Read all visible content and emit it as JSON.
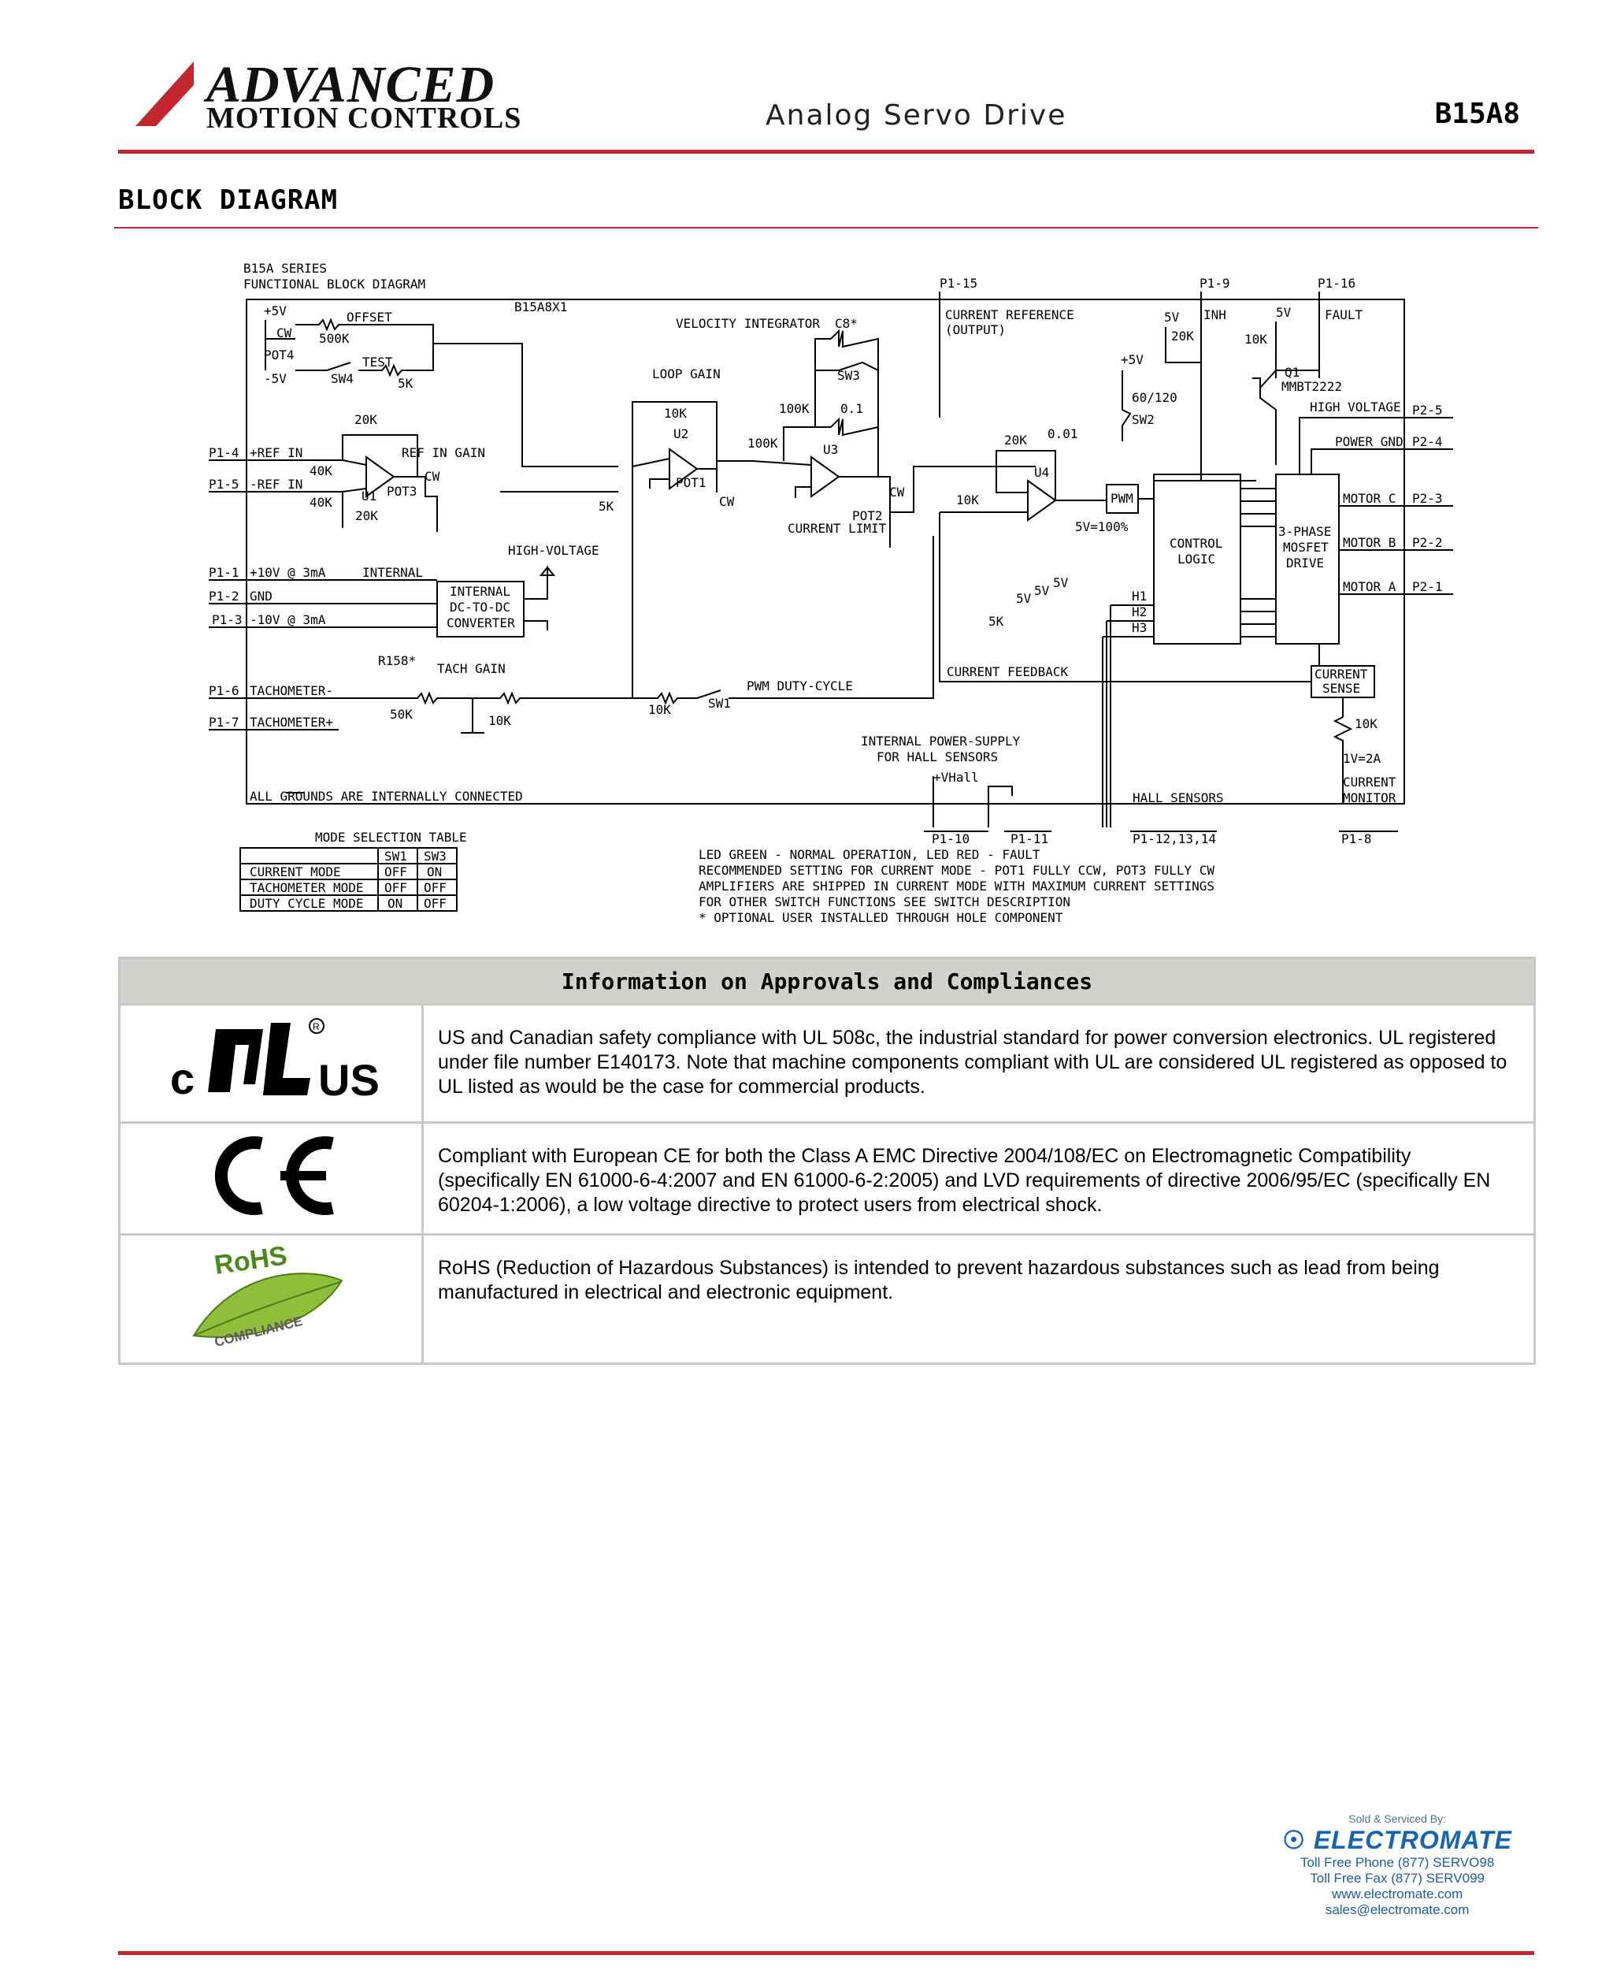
{
  "header": {
    "logo_line1": "ADVANCED",
    "logo_line2": "MOTION CONTROLS",
    "doc_title": "Analog Servo Drive",
    "part_number": "B15A8"
  },
  "section": {
    "title": "BLOCK DIAGRAM"
  },
  "diagram": {
    "title1": "B15A SERIES",
    "title2": "FUNCTIONAL BLOCK DIAGRAM",
    "model": "B15A8X1",
    "pins_top": [
      "P1-15",
      "P1-9",
      "P1-16"
    ],
    "pins_left": [
      "P1-4",
      "P1-5",
      "P1-1",
      "P1-2",
      "P1-3",
      "P1-6",
      "P1-7"
    ],
    "left_labels": [
      "+REF IN",
      "-REF IN",
      "+10V @ 3mA",
      "GND",
      "-10V @ 3mA",
      "TACHOMETER-",
      "TACHOMETER+"
    ],
    "pins_right": [
      "P2-5",
      "P2-4",
      "P2-3",
      "P2-2",
      "P2-1"
    ],
    "right_labels": [
      "HIGH VOLTAGE",
      "POWER GND",
      "MOTOR C",
      "MOTOR B",
      "MOTOR A"
    ],
    "pins_bottom": [
      "P1-10",
      "P1-11",
      "P1-12,13,14",
      "P1-8"
    ],
    "labels": {
      "plus5v": "+5V",
      "minus5v": "-5V",
      "cw": "CW",
      "pot4": "POT4",
      "offset": "OFFSET",
      "r500k": "500K",
      "test": "TEST",
      "sw4": "SW4",
      "r5k": "5K",
      "r20k": "20K",
      "ref_in_gain": "REF IN GAIN",
      "r40k": "40K",
      "u1": "U1",
      "pot3": "POT3",
      "vel_int": "VELOCITY INTEGRATOR",
      "c8": "C8*",
      "sw3": "SW3",
      "loop_gain": "LOOP GAIN",
      "r10k": "10K",
      "r100k": "100K",
      "c01": "0.1",
      "u2": "U2",
      "u3": "U3",
      "pot1": "POT1",
      "pot2": "POT2",
      "current_limit": "CURRENT LIMIT",
      "cur_ref": "CURRENT REFERENCE",
      "output": "(OUTPUT)",
      "c001": "0.01",
      "u4": "U4",
      "pwm": "PWM",
      "duty": "5V=100%",
      "v5": "5V",
      "inh": "INH",
      "fault": "FAULT",
      "q1": "Q1",
      "mmbt": "MMBT2222",
      "r60": "60/120",
      "sw2": "SW2",
      "control": "CONTROL",
      "logic": "LOGIC",
      "phase3": "3-PHASE",
      "mosfet": "MOSFET",
      "drive": "DRIVE",
      "h1": "H1",
      "h2": "H2",
      "h3": "H3",
      "high_voltage": "HIGH-VOLTAGE",
      "internal": "INTERNAL",
      "int_box1": "INTERNAL",
      "int_box2": "DC-TO-DC",
      "int_box3": "CONVERTER",
      "r158": "R158*",
      "tach_gain": "TACH GAIN",
      "r50k": "50K",
      "pwm_duty": "PWM DUTY-CYCLE",
      "sw1": "SW1",
      "cur_fb": "CURRENT FEEDBACK",
      "cur_sense1": "CURRENT",
      "cur_sense2": "SENSE",
      "v1_2a": "1V=2A",
      "cur_mon1": "CURRENT",
      "cur_mon2": "MONITOR",
      "int_ps1": "INTERNAL POWER-SUPPLY",
      "int_ps2": "FOR HALL SENSORS",
      "uvhall": "+VHall",
      "hall": "HALL SENSORS",
      "grounds": "ALL    GROUNDS ARE INTERNALLY CONNECTED"
    },
    "mode_table": {
      "title": "MODE SELECTION TABLE",
      "headers": [
        "",
        "SW1",
        "SW3"
      ],
      "rows": [
        [
          "CURRENT MODE",
          "OFF",
          "ON"
        ],
        [
          "TACHOMETER MODE",
          "OFF",
          "OFF"
        ],
        [
          "DUTY CYCLE MODE",
          "ON",
          "OFF"
        ]
      ]
    },
    "notes": [
      "LED GREEN - NORMAL OPERATION, LED RED - FAULT",
      "RECOMMENDED SETTING FOR CURRENT MODE - POT1 FULLY CCW, POT3 FULLY CW",
      "AMPLIFIERS ARE SHIPPED IN CURRENT MODE WITH MAXIMUM CURRENT SETTINGS",
      "FOR OTHER SWITCH FUNCTIONS SEE SWITCH DESCRIPTION",
      "* OPTIONAL USER INSTALLED THROUGH HOLE COMPONENT"
    ]
  },
  "approvals": {
    "header": "Information on Approvals and Compliances",
    "rows": [
      {
        "icon": "ul-mark-icon",
        "mark_left": "c",
        "mark_right": "US",
        "text": "US and Canadian safety compliance with UL 508c, the industrial standard for power conversion electronics.  UL registered under file number E140173.  Note that machine components compliant with UL are considered UL registered as opposed to UL listed as would be the case for commercial products."
      },
      {
        "icon": "ce-mark-icon",
        "mark": "CE",
        "text": "Compliant with European CE for both the Class A EMC Directive 2004/108/EC on Electromagnetic Compatibility (specifically EN 61000-6-4:2007 and EN 61000-6-2:2005) and LVD requirements of directive 2006/95/EC (specifically EN 60204-1:2006), a low voltage directive to protect users from electrical shock."
      },
      {
        "icon": "rohs-leaf-icon",
        "mark_top": "RoHS",
        "mark_bottom": "COMPLIANCE",
        "text": "RoHS (Reduction of Hazardous Substances) is intended to prevent hazardous substances such as lead from being manufactured in electrical and electronic equipment."
      }
    ]
  },
  "footer": {
    "sold_by": "Sold & Serviced By:",
    "brand": "ELECTROMATE",
    "phone": "Toll Free Phone  (877) SERVO98",
    "fax": "Toll Free Fax  (877) SERV099",
    "web": "www.electromate.com",
    "email": "sales@electromate.com"
  },
  "colors": {
    "accent_red": "#c1272d",
    "table_header": "#d2d2cc",
    "electromate_blue": "#1565b3"
  }
}
